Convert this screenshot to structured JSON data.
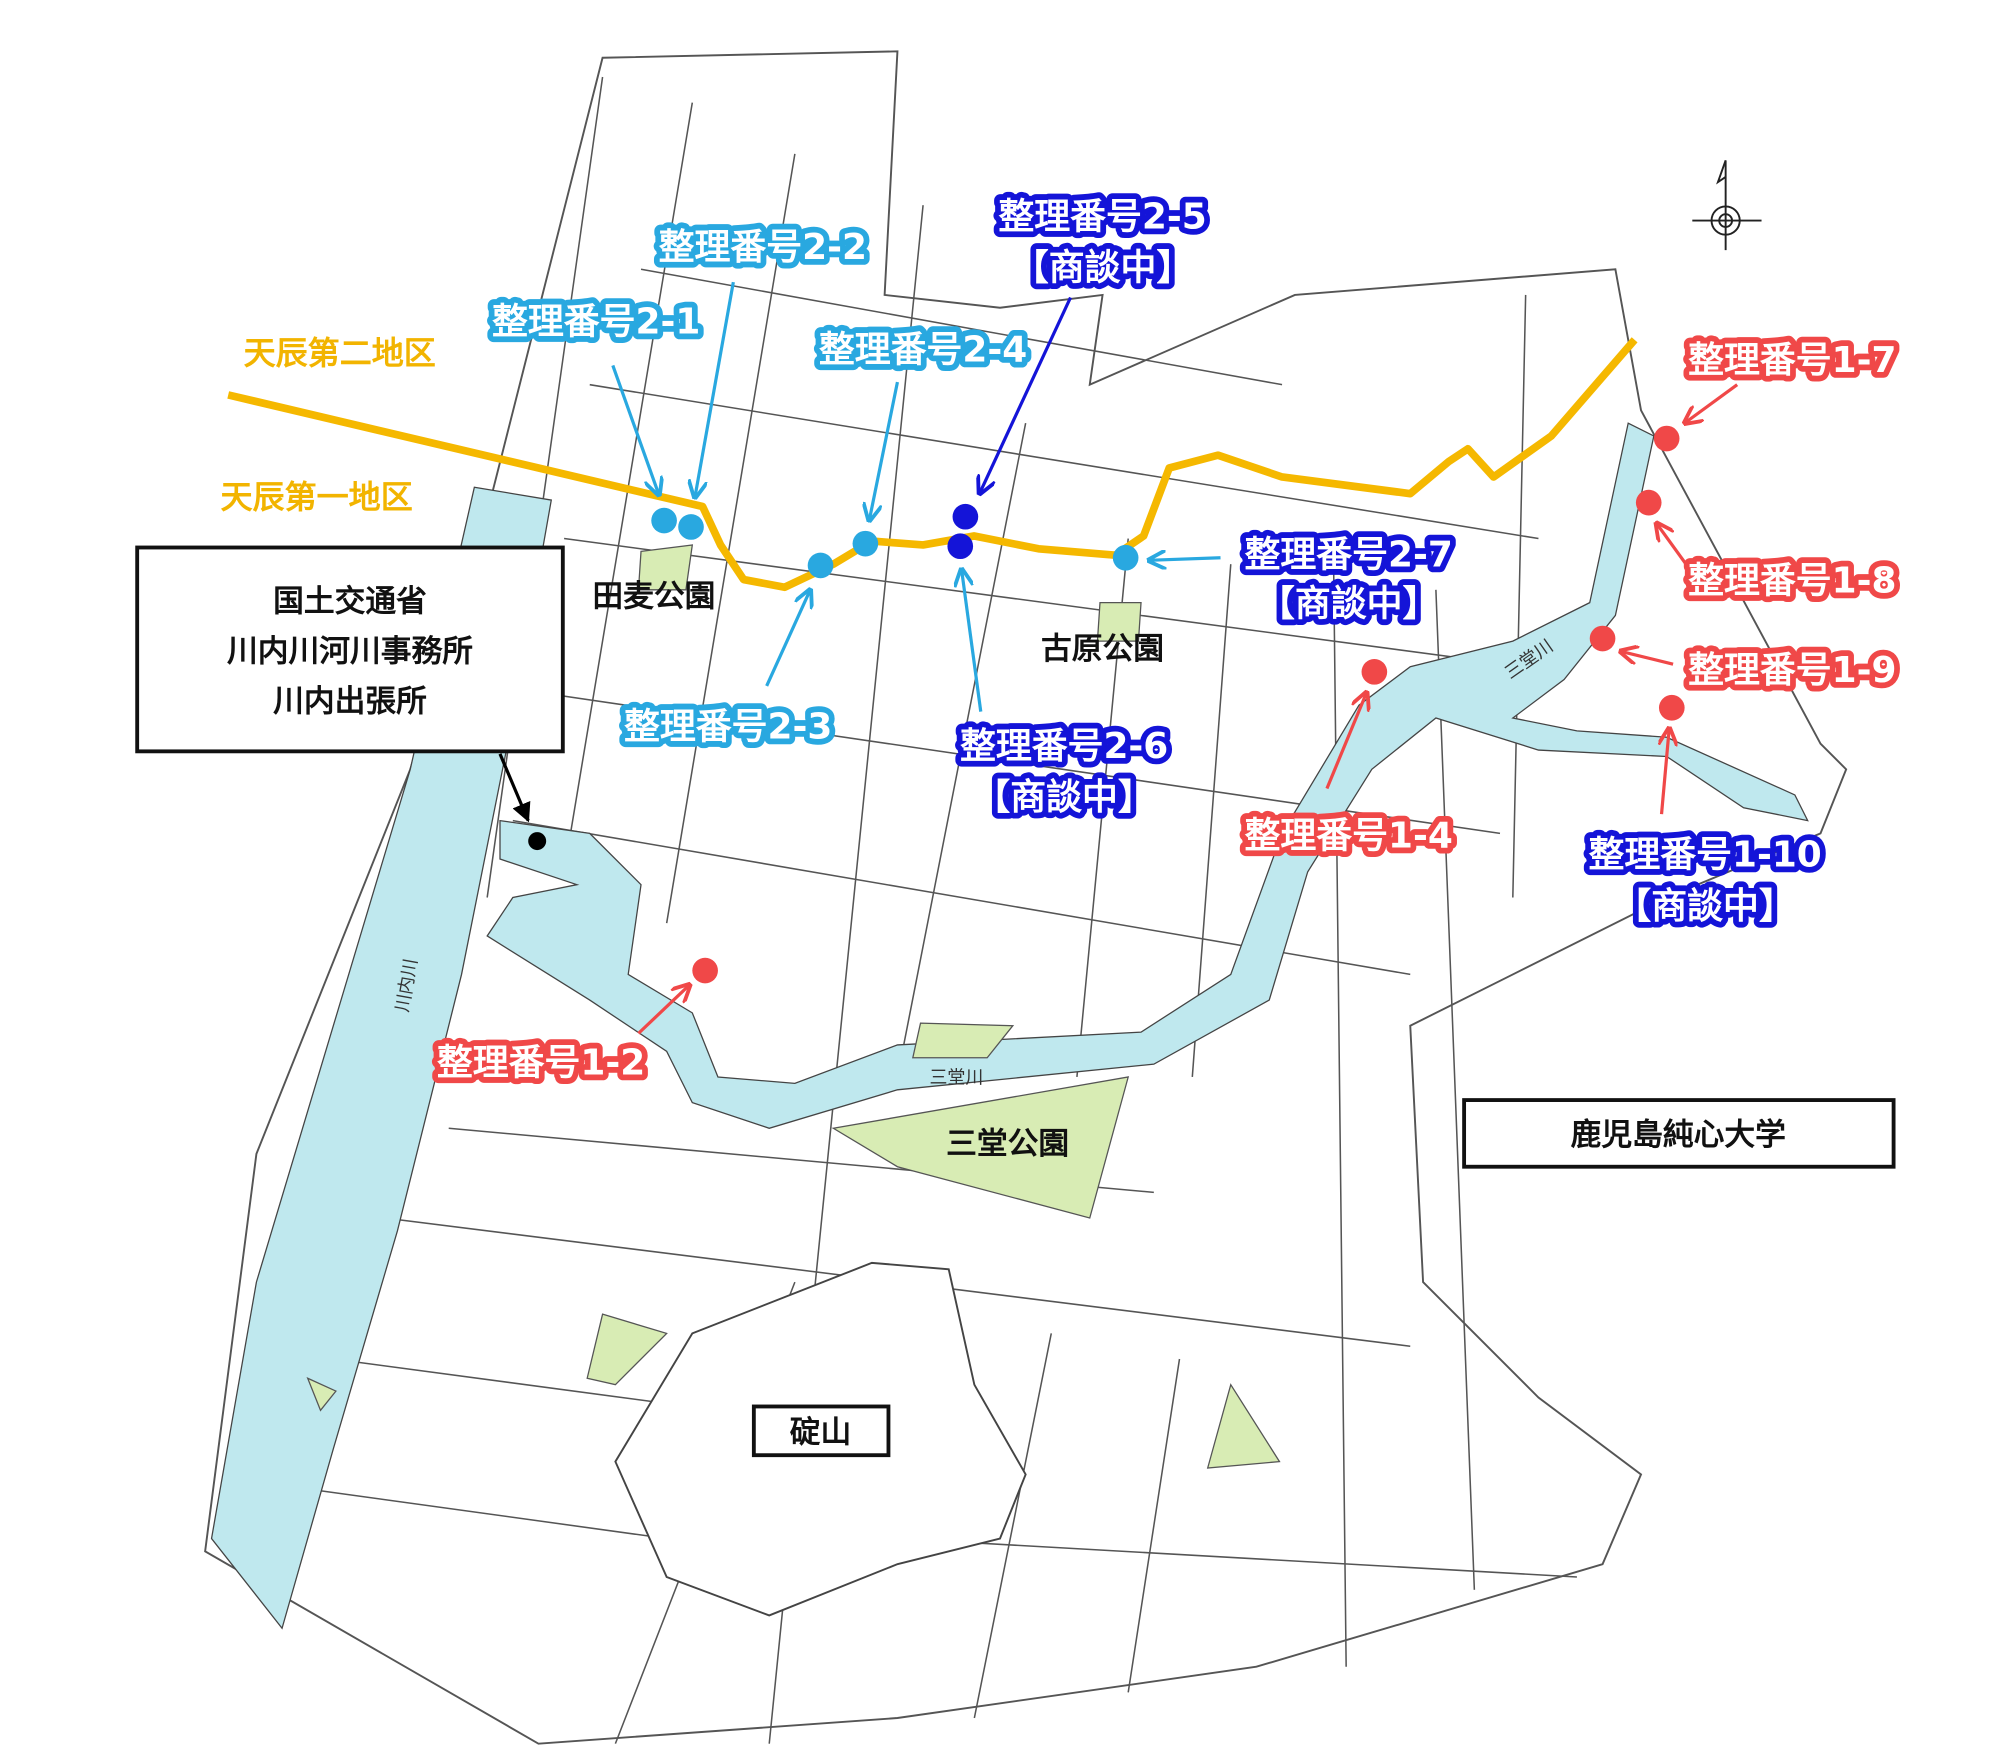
{
  "districts": {
    "second": "天辰第二地区",
    "first": "天辰第一地区"
  },
  "parks": {
    "tamugi": "田麦公園",
    "furuhara": "古原公園",
    "sando": "三堂公園"
  },
  "office": {
    "line1": "国土交通省",
    "line2": "川内川河川事務所",
    "line3": "川内出張所"
  },
  "university": "鹿児島純心大学",
  "mountain": "碇山",
  "rivers": {
    "sendai": "川内川",
    "sando": "三堂川"
  },
  "status_negotiating": "【商談中】",
  "colors": {
    "district_line": "#f5b800",
    "second_district_lot": "#29a8e0",
    "negotiating_lot": "#1414d8",
    "first_district_lot": "#f04848",
    "water": "#bfe8ee",
    "park": "#d8ecb4"
  },
  "lots": {
    "l2_1": "整理番号2-1",
    "l2_2": "整理番号2-2",
    "l2_3": "整理番号2-3",
    "l2_4": "整理番号2-4",
    "l2_5": "整理番号2-5",
    "l2_6": "整理番号2-6",
    "l2_7": "整理番号2-7",
    "l1_2": "整理番号1-2",
    "l1_4": "整理番号1-4",
    "l1_7": "整理番号1-7",
    "l1_8": "整理番号1-8",
    "l1_9": "整理番号1-9",
    "l1_10": "整理番号1-10"
  },
  "north_arrow_icon": "north-arrow-icon"
}
